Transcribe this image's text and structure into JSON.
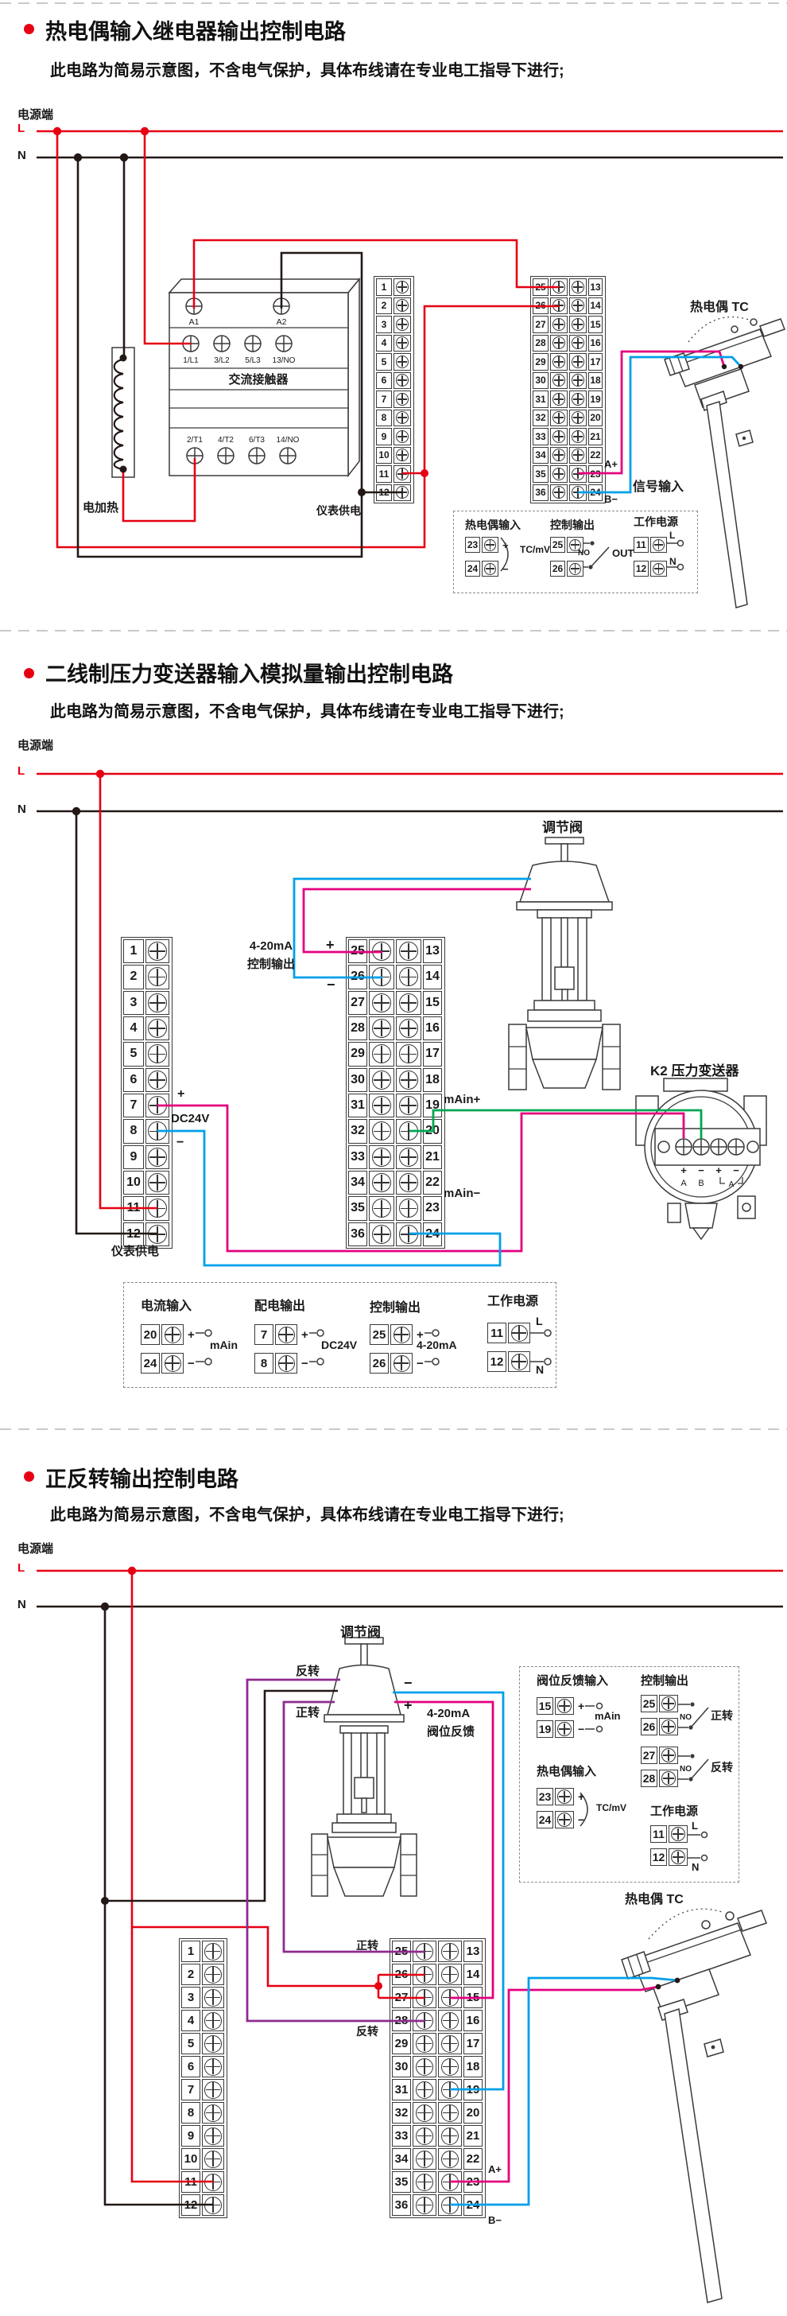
{
  "colors": {
    "line_l": "#e60012",
    "line_n": "#231815",
    "magenta": "#e4007f",
    "blue": "#00a0e9",
    "green": "#00a651",
    "purple": "#8e2b8e",
    "device": "#3a3a3a"
  },
  "shared": {
    "subtitle": "此电路为简易示意图，不含电气保护，具体布线请在专业电工指导下进行;",
    "power": "电源端",
    "l": "L",
    "n": "N",
    "meter_supply": "仪表供电",
    "valve": "调节阀",
    "tc": "热电偶 TC",
    "a_plus": "A+",
    "b_minus": "B−",
    "plus": "+",
    "minus": "−",
    "left": [
      "1",
      "2",
      "3",
      "4",
      "5",
      "6",
      "7",
      "8",
      "9",
      "10",
      "11",
      "12"
    ],
    "dual": [
      {
        "l": "25",
        "r": "13"
      },
      {
        "l": "26",
        "r": "14"
      },
      {
        "l": "27",
        "r": "15"
      },
      {
        "l": "28",
        "r": "16"
      },
      {
        "l": "29",
        "r": "17"
      },
      {
        "l": "30",
        "r": "18"
      },
      {
        "l": "31",
        "r": "19"
      },
      {
        "l": "32",
        "r": "20"
      },
      {
        "l": "33",
        "r": "21"
      },
      {
        "l": "34",
        "r": "22"
      },
      {
        "l": "35",
        "r": "23"
      },
      {
        "l": "36",
        "r": "24"
      }
    ]
  },
  "s1": {
    "title": "热电偶输入继电器输出控制电路",
    "heater": "电加热",
    "signal": "信号输入",
    "contactor": {
      "name": "交流接触器",
      "a1": "A1",
      "a2": "A2",
      "top": [
        "1/L1",
        "3/L2",
        "5/L3",
        "13/NO"
      ],
      "bottom": [
        "2/T1",
        "4/T2",
        "6/T3",
        "14/NO"
      ]
    },
    "legend": {
      "g1": {
        "title": "热电偶输入",
        "rows": [
          {
            "n": "23",
            "m": "+"
          },
          {
            "n": "24",
            "m": "−"
          }
        ],
        "tag": "TC/mV"
      },
      "g2": {
        "title": "控制输出",
        "rows": [
          {
            "n": "25",
            "m": ""
          },
          {
            "n": "26",
            "m": ""
          }
        ],
        "no": "NO",
        "out": "OUT"
      },
      "g3": {
        "title": "工作电源",
        "rows": [
          {
            "n": "11",
            "m": ""
          },
          {
            "n": "12",
            "m": ""
          }
        ],
        "l": "L",
        "n": "N"
      }
    }
  },
  "s2": {
    "title": "二线制压力变送器输入模拟量输出控制电路",
    "out1": "4-20mA",
    "out2": "控制输出",
    "dc24v": "DC24V",
    "transmitter": "K2  压力变送器",
    "main_plus": "mAin+",
    "main_minus": "mAin−",
    "tx": {
      "marks": [
        "+",
        "−",
        "+",
        "−"
      ],
      "a": "A",
      "b": "B",
      "a2": "A"
    },
    "legend": {
      "g1": {
        "title": "电流输入",
        "rows": [
          {
            "n": "20",
            "m": "+"
          },
          {
            "n": "24",
            "m": "−"
          }
        ],
        "tag": "mAin"
      },
      "g2": {
        "title": "配电输出",
        "rows": [
          {
            "n": "7",
            "m": "+"
          },
          {
            "n": "8",
            "m": "−"
          }
        ],
        "tag": "DC24V"
      },
      "g3": {
        "title": "控制输出",
        "rows": [
          {
            "n": "25",
            "m": "+"
          },
          {
            "n": "26",
            "m": "−"
          }
        ],
        "tag": "4-20mA"
      },
      "g4": {
        "title": "工作电源",
        "rows": [
          {
            "n": "11",
            "m": ""
          },
          {
            "n": "12",
            "m": ""
          }
        ],
        "l": "L",
        "n": "N"
      }
    }
  },
  "s3": {
    "title": "正反转输出控制电路",
    "fwd": "正转",
    "rev": "反转",
    "fb1": "4-20mA",
    "fb2": "阀位反馈",
    "legend": {
      "g1": {
        "title": "阀位反馈输入",
        "rows": [
          {
            "n": "15",
            "m": "+"
          },
          {
            "n": "19",
            "m": "−"
          }
        ],
        "tag": "mAin"
      },
      "g2": {
        "title": "控制输出",
        "rows_a": [
          {
            "n": "25",
            "m": ""
          },
          {
            "n": "26",
            "m": ""
          }
        ],
        "rows_b": [
          {
            "n": "27",
            "m": ""
          },
          {
            "n": "28",
            "m": ""
          }
        ],
        "no": "NO",
        "tag_a": "正转",
        "tag_b": "反转"
      },
      "g3": {
        "title": "热电偶输入",
        "rows": [
          {
            "n": "23",
            "m": "+"
          },
          {
            "n": "24",
            "m": "−"
          }
        ],
        "tag": "TC/mV"
      },
      "g4": {
        "title": "工作电源",
        "rows": [
          {
            "n": "11",
            "m": ""
          },
          {
            "n": "12",
            "m": ""
          }
        ],
        "l": "L",
        "n": "N"
      }
    }
  }
}
